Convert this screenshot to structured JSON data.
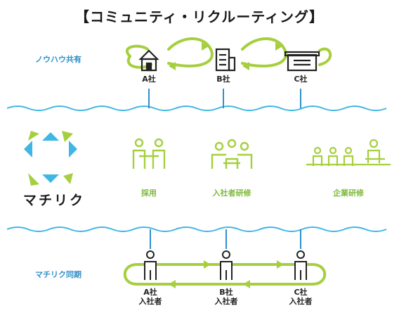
{
  "title": "【コミュニティ・リクルーティング】",
  "top_section": {
    "label": "ノウハウ共有",
    "companies": [
      "A社",
      "B社",
      "C社"
    ]
  },
  "middle_section": {
    "brand": "マチリク",
    "categories": [
      "採用",
      "入社者研修",
      "企業研修"
    ]
  },
  "bottom_section": {
    "label": "マチリク同期",
    "companies": [
      {
        "name": "A社",
        "sub": "入社者"
      },
      {
        "name": "B社",
        "sub": "入社者"
      },
      {
        "name": "C社",
        "sub": "入社者"
      }
    ]
  },
  "colors": {
    "green": "#a6cf3f",
    "blue": "#2f8fc9",
    "cyan": "#3fb6e3",
    "dark": "#222222"
  }
}
